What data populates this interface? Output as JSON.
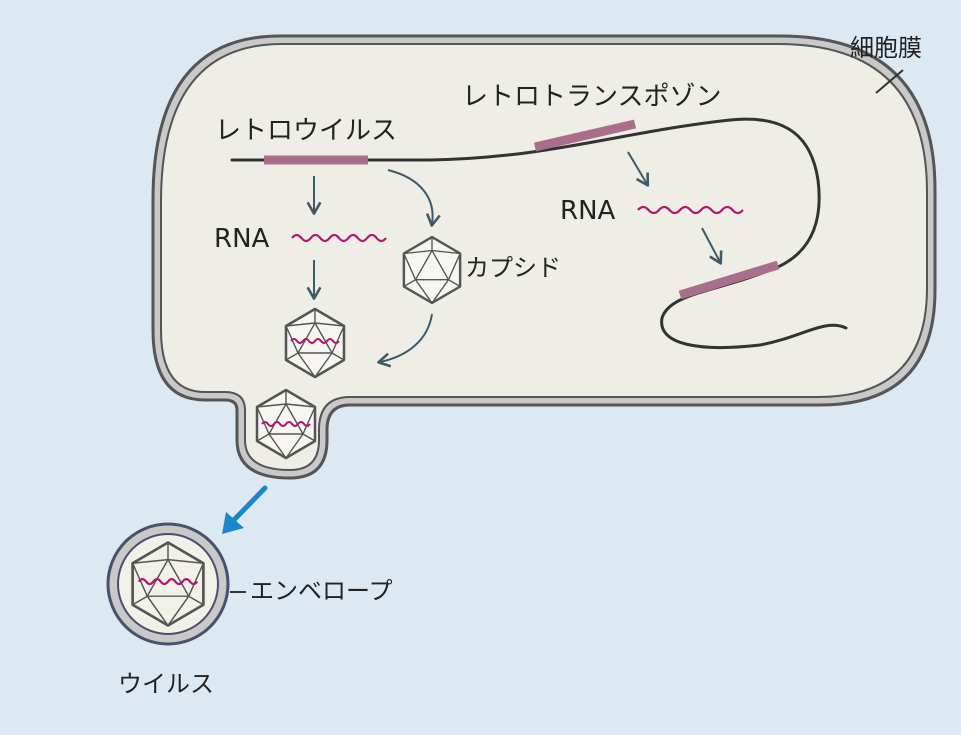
{
  "labels": {
    "retrovirus": "レトロウイルス",
    "retrotransposon": "レトロトランスポゾン",
    "rna_left": "RNA",
    "rna_right": "RNA",
    "capsid": "カプシド",
    "cell_membrane": "細胞膜",
    "envelope": "エンベロープ",
    "virus": "ウイルス"
  },
  "colors": {
    "background": "#dce9f3",
    "cell_fill": "#eeede6",
    "membrane_outer": "#555555",
    "membrane_inner": "#c9c9c9",
    "dna_line": "#333333",
    "insert_segment": "#a86e8c",
    "rna_wave": "#b0176e",
    "process_arrow": "#3d5a66",
    "release_arrow": "#1b86c8",
    "capsid_stroke": "#555555",
    "envelope_ring": "#4a4f6e"
  },
  "icons": {
    "capsid": "icosahedral-capsid-icon",
    "virion": "virion-with-rna-icon",
    "enveloped_virus": "enveloped-virus-icon"
  }
}
